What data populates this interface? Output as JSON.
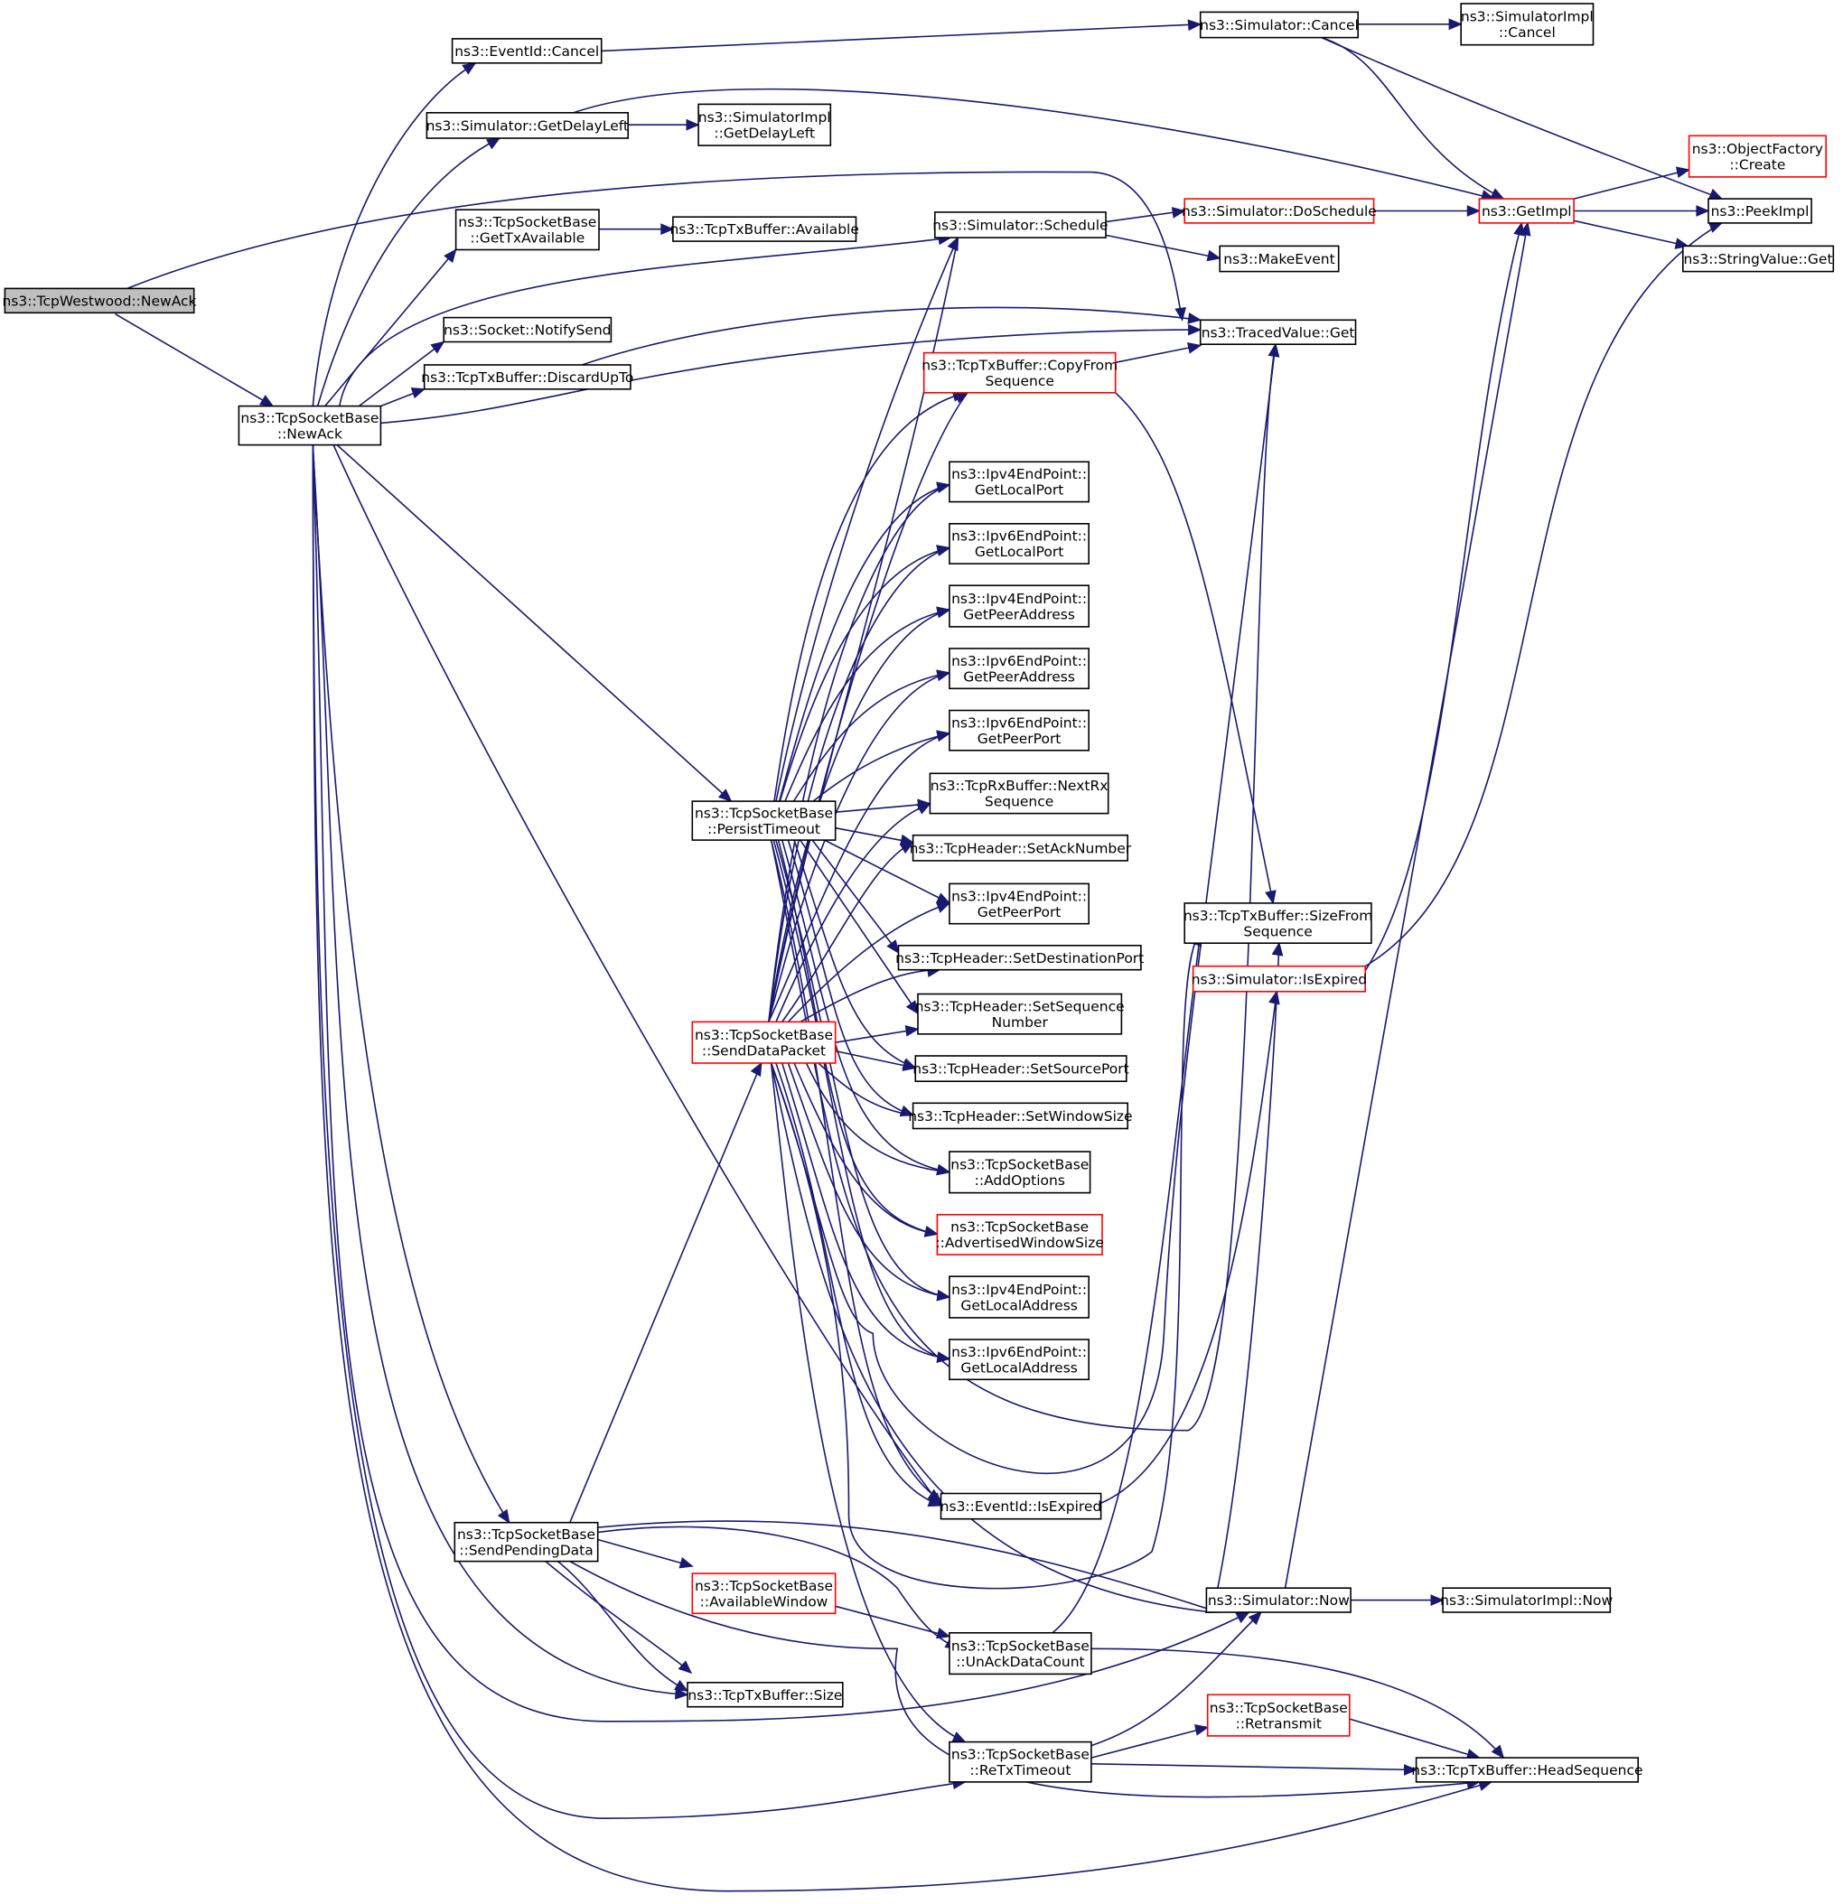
{
  "graph": {
    "edge_color": "#191970",
    "highlight_fill": "#bfbfbf",
    "truncated_border_color": "#ff0000",
    "nodes": [
      {
        "id": "westwood_newack",
        "lines": [
          "ns3::TcpWestwood::NewAck"
        ],
        "style": "highlight"
      },
      {
        "id": "tcpsocketbase_newack",
        "lines": [
          "ns3::TcpSocketBase",
          "::NewAck"
        ],
        "style": "normal"
      },
      {
        "id": "eventid_cancel",
        "lines": [
          "ns3::EventId::Cancel"
        ],
        "style": "normal"
      },
      {
        "id": "simulator_cancel",
        "lines": [
          "ns3::Simulator::Cancel"
        ],
        "style": "normal"
      },
      {
        "id": "simulatorimpl_cancel",
        "lines": [
          "ns3::SimulatorImpl",
          "::Cancel"
        ],
        "style": "normal"
      },
      {
        "id": "simulator_getdelayleft",
        "lines": [
          "ns3::Simulator::GetDelayLeft"
        ],
        "style": "normal"
      },
      {
        "id": "simulatorimpl_getdelayleft",
        "lines": [
          "ns3::SimulatorImpl",
          "::GetDelayLeft"
        ],
        "style": "normal"
      },
      {
        "id": "objectfactory_create",
        "lines": [
          "ns3::ObjectFactory",
          "::Create"
        ],
        "style": "truncated"
      },
      {
        "id": "getimpl",
        "lines": [
          "ns3::GetImpl"
        ],
        "style": "truncated"
      },
      {
        "id": "peekimpl",
        "lines": [
          "ns3::PeekImpl"
        ],
        "style": "normal"
      },
      {
        "id": "stringvalue_get",
        "lines": [
          "ns3::StringValue::Get"
        ],
        "style": "normal"
      },
      {
        "id": "gettxavailable",
        "lines": [
          "ns3::TcpSocketBase",
          "::GetTxAvailable"
        ],
        "style": "normal"
      },
      {
        "id": "txbuffer_available",
        "lines": [
          "ns3::TcpTxBuffer::Available"
        ],
        "style": "normal"
      },
      {
        "id": "simulator_schedule",
        "lines": [
          "ns3::Simulator::Schedule"
        ],
        "style": "normal"
      },
      {
        "id": "simulator_doschedule",
        "lines": [
          "ns3::Simulator::DoSchedule"
        ],
        "style": "truncated"
      },
      {
        "id": "makeevent",
        "lines": [
          "ns3::MakeEvent"
        ],
        "style": "normal"
      },
      {
        "id": "socket_notifysend",
        "lines": [
          "ns3::Socket::NotifySend"
        ],
        "style": "normal"
      },
      {
        "id": "tracedvalue_get",
        "lines": [
          "ns3::TracedValue::Get"
        ],
        "style": "normal"
      },
      {
        "id": "txbuffer_discardupto",
        "lines": [
          "ns3::TcpTxBuffer::DiscardUpTo"
        ],
        "style": "normal"
      },
      {
        "id": "txbuffer_copyfromsequence",
        "lines": [
          "ns3::TcpTxBuffer::CopyFrom",
          "Sequence"
        ],
        "style": "truncated"
      },
      {
        "id": "ipv4_getlocalport",
        "lines": [
          "ns3::Ipv4EndPoint::",
          "GetLocalPort"
        ],
        "style": "normal"
      },
      {
        "id": "ipv6_getlocalport",
        "lines": [
          "ns3::Ipv6EndPoint::",
          "GetLocalPort"
        ],
        "style": "normal"
      },
      {
        "id": "ipv4_getpeeraddress",
        "lines": [
          "ns3::Ipv4EndPoint::",
          "GetPeerAddress"
        ],
        "style": "normal"
      },
      {
        "id": "ipv6_getpeeraddress",
        "lines": [
          "ns3::Ipv6EndPoint::",
          "GetPeerAddress"
        ],
        "style": "normal"
      },
      {
        "id": "ipv6_getpeerport",
        "lines": [
          "ns3::Ipv6EndPoint::",
          "GetPeerPort"
        ],
        "style": "normal"
      },
      {
        "id": "rxbuffer_nextrxsequence",
        "lines": [
          "ns3::TcpRxBuffer::NextRx",
          "Sequence"
        ],
        "style": "normal"
      },
      {
        "id": "persisttimeout",
        "lines": [
          "ns3::TcpSocketBase",
          "::PersistTimeout"
        ],
        "style": "normal"
      },
      {
        "id": "header_setacknumber",
        "lines": [
          "ns3::TcpHeader::SetAckNumber"
        ],
        "style": "normal"
      },
      {
        "id": "ipv4_getpeerport",
        "lines": [
          "ns3::Ipv4EndPoint::",
          "GetPeerPort"
        ],
        "style": "normal"
      },
      {
        "id": "txbuffer_sizefromsequence",
        "lines": [
          "ns3::TcpTxBuffer::SizeFrom",
          "Sequence"
        ],
        "style": "normal"
      },
      {
        "id": "header_setdestinationport",
        "lines": [
          "ns3::TcpHeader::SetDestinationPort"
        ],
        "style": "normal"
      },
      {
        "id": "simulator_isexpired",
        "lines": [
          "ns3::Simulator::IsExpired"
        ],
        "style": "truncated"
      },
      {
        "id": "header_setsequencenumber",
        "lines": [
          "ns3::TcpHeader::SetSequence",
          "Number"
        ],
        "style": "normal"
      },
      {
        "id": "senddatapacket",
        "lines": [
          "ns3::TcpSocketBase",
          "::SendDataPacket"
        ],
        "style": "truncated"
      },
      {
        "id": "header_setsourceport",
        "lines": [
          "ns3::TcpHeader::SetSourcePort"
        ],
        "style": "normal"
      },
      {
        "id": "header_setwindowsize",
        "lines": [
          "ns3::TcpHeader::SetWindowSize"
        ],
        "style": "normal"
      },
      {
        "id": "addoptions",
        "lines": [
          "ns3::TcpSocketBase",
          "::AddOptions"
        ],
        "style": "normal"
      },
      {
        "id": "advertisedwindowsize",
        "lines": [
          "ns3::TcpSocketBase",
          "::AdvertisedWindowSize"
        ],
        "style": "truncated"
      },
      {
        "id": "ipv4_getlocaladdress",
        "lines": [
          "ns3::Ipv4EndPoint::",
          "GetLocalAddress"
        ],
        "style": "normal"
      },
      {
        "id": "ipv6_getlocaladdress",
        "lines": [
          "ns3::Ipv6EndPoint::",
          "GetLocalAddress"
        ],
        "style": "normal"
      },
      {
        "id": "eventid_isexpired",
        "lines": [
          "ns3::EventId::IsExpired"
        ],
        "style": "normal"
      },
      {
        "id": "sendpendingdata",
        "lines": [
          "ns3::TcpSocketBase",
          "::SendPendingData"
        ],
        "style": "normal"
      },
      {
        "id": "availablewindow",
        "lines": [
          "ns3::TcpSocketBase",
          "::AvailableWindow"
        ],
        "style": "truncated"
      },
      {
        "id": "simulator_now",
        "lines": [
          "ns3::Simulator::Now"
        ],
        "style": "normal"
      },
      {
        "id": "simulatorimpl_now",
        "lines": [
          "ns3::SimulatorImpl::Now"
        ],
        "style": "normal"
      },
      {
        "id": "unackdatacount",
        "lines": [
          "ns3::TcpSocketBase",
          "::UnAckDataCount"
        ],
        "style": "normal"
      },
      {
        "id": "txbuffer_size",
        "lines": [
          "ns3::TcpTxBuffer::Size"
        ],
        "style": "normal"
      },
      {
        "id": "retransmit",
        "lines": [
          "ns3::TcpSocketBase",
          "::Retransmit"
        ],
        "style": "truncated"
      },
      {
        "id": "retxtimeout",
        "lines": [
          "ns3::TcpSocketBase",
          "::ReTxTimeout"
        ],
        "style": "normal"
      },
      {
        "id": "txbuffer_headsequence",
        "lines": [
          "ns3::TcpTxBuffer::HeadSequence"
        ],
        "style": "normal"
      }
    ]
  }
}
